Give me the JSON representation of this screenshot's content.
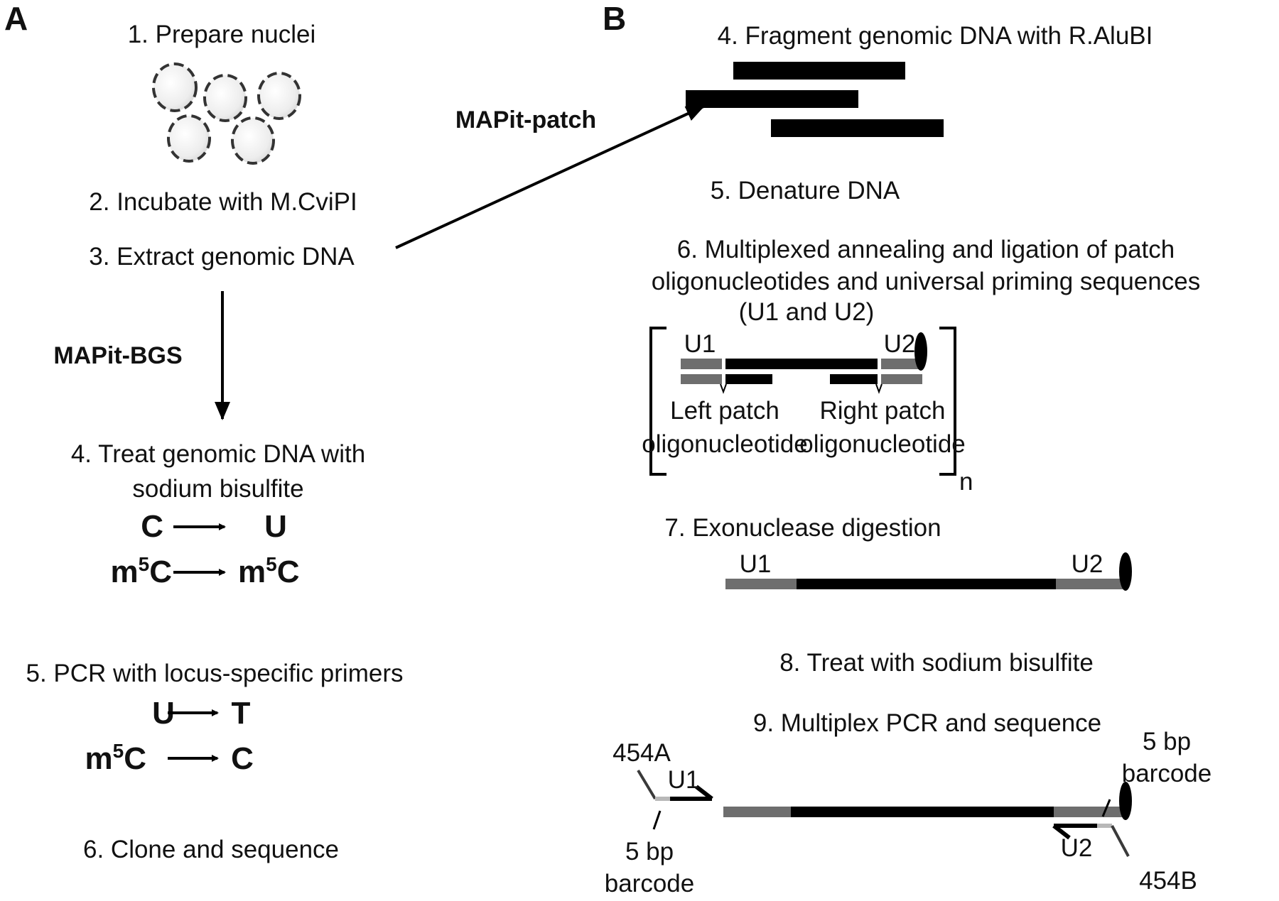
{
  "panels": {
    "a": {
      "label": "A",
      "steps": [
        "1. Prepare nuclei",
        "2. Incubate with M.CviPI",
        "3. Extract genomic DNA",
        "4. Treat genomic DNA with",
        "sodium bisulfite",
        "5. PCR with locus-specific primers",
        "6. Clone and sequence"
      ],
      "method_label": "MAPit-BGS",
      "bisulfite_conversions": [
        {
          "from": "C",
          "to": "U"
        },
        {
          "from_base": "m",
          "from_sup": "5",
          "from_tail": "C",
          "to_base": "m",
          "to_sup": "5",
          "to_tail": "C"
        }
      ],
      "pcr_conversions": [
        {
          "from": "U",
          "to": "T"
        },
        {
          "from_base": "m",
          "from_sup": "5",
          "from_tail": "C",
          "to": "C"
        }
      ]
    },
    "b": {
      "label": "B",
      "method_label": "MAPit-patch",
      "steps": {
        "s4": "4. Fragment genomic DNA with R.AluBI",
        "s5": "5. Denature DNA",
        "s6_line1": "6. Multiplexed annealing and ligation of patch",
        "s6_line2": "oligonucleotides and universal priming sequences",
        "s6_line3": "(U1 and U2)",
        "s7": "7. Exonuclease digestion",
        "s8": "8. Treat with sodium bisulfite",
        "s9": "9. Multiplex PCR and sequence"
      },
      "ligation": {
        "u1": "U1",
        "u2": "U2",
        "left_patch_1": "Left patch",
        "left_patch_2": "oligonucleotide",
        "right_patch_1": "Right patch",
        "right_patch_2": "oligonucleotide",
        "repeat": "n"
      },
      "exo": {
        "u1": "U1",
        "u2": "U2"
      },
      "pcr": {
        "u1": "U1",
        "u2": "U2",
        "adapter_a": "454A",
        "adapter_b": "454B",
        "barcode_left_1": "5 bp",
        "barcode_left_2": "barcode",
        "barcode_right_1": "5 bp",
        "barcode_right_2": "barcode"
      }
    }
  },
  "colors": {
    "dna": "#000000",
    "universal": "#6e6e6e",
    "barcode": "#b8b8b8",
    "adapter": "#3a3a3a"
  }
}
